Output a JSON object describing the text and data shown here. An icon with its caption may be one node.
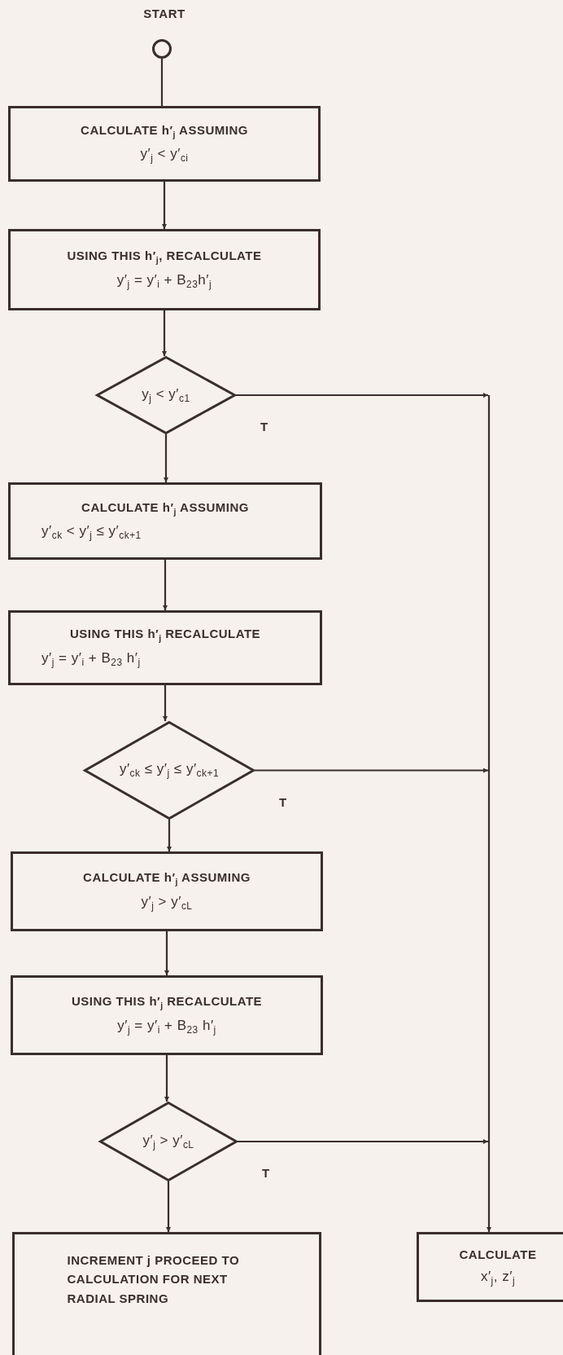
{
  "diagram": {
    "nodes": [
      {
        "text": [
          "START"
        ]
      },
      {
        "text": [
          "CALCULATE h′$_{j}$ ASSUMING",
          "y′$_{j}$ < y′$_{c}$$_{i}$"
        ]
      },
      {
        "text": [
          "USING THIS h′$_{j}$, RECALCULATE",
          "y′$_{j}$ = y′$_{i}$ + B$_{23}$h′$_{j}$"
        ]
      },
      {
        "text": [
          "y$_{j}$ < y′$_{c}$$_{1}$"
        ]
      },
      {
        "text": [
          "CALCULATE h′$_{j}$ ASSUMING",
          "y′$_{c}$$_{k}$ < y′$_{j}$ ≤ y′$_{c}$$_{k+1}$"
        ]
      },
      {
        "text": [
          "USING THIS h′$_{j}$ RECALCULATE",
          "y′$_{j}$ = y′$_{i}$ + B$_{23}$ h′$_{j}$"
        ]
      },
      {
        "text": [
          "y′$_{c}$$_{k}$ ≤ y′$_{j}$ ≤ y′$_{c}$$_{k+1}$"
        ]
      },
      {
        "text": [
          "CALCULATE h′$_{j}$ ASSUMING",
          "y′$_{j}$ > y′$_{c}$$_{L}$"
        ]
      },
      {
        "text": [
          "USING THIS h′$_{j}$ RECALCULATE",
          "y′$_{j}$ = y′$_{i}$ + B$_{23}$ h′$_{j}$"
        ]
      },
      {
        "text": [
          "y′$_{j}$ > y′$_{c}$$_{L}$"
        ]
      },
      {
        "text": [
          "INCREMENT j PROCEED TO CALCULATION FOR NEXT RADIAL SPRING"
        ]
      },
      {
        "text": [
          "CALCULATE",
          "x′$_{j}$, z′$_{j}$"
        ]
      }
    ],
    "edges": [
      {
        "from": 0,
        "to": 1,
        "arrow": "none"
      },
      {
        "from": 1,
        "to": 2,
        "arrow": "to"
      },
      {
        "from": 2,
        "to": 3,
        "arrow": "to"
      },
      {
        "from": 3,
        "to": 4,
        "arrow": "to"
      },
      {
        "from": 4,
        "to": 5,
        "arrow": "to"
      },
      {
        "from": 5,
        "to": 6,
        "arrow": "to"
      },
      {
        "from": 6,
        "to": 7,
        "arrow": "to"
      },
      {
        "from": 7,
        "to": 8,
        "arrow": "to"
      },
      {
        "from": 8,
        "to": 9,
        "arrow": "to"
      },
      {
        "from": 9,
        "to": 10,
        "arrow": "to"
      },
      {
        "from": 3,
        "to": 11,
        "arrow": "to",
        "label": "T"
      },
      {
        "from": 6,
        "to": 11,
        "arrow": "to",
        "label": "T"
      },
      {
        "from": 9,
        "to": 11,
        "arrow": "to",
        "label": "T"
      }
    ]
  }
}
